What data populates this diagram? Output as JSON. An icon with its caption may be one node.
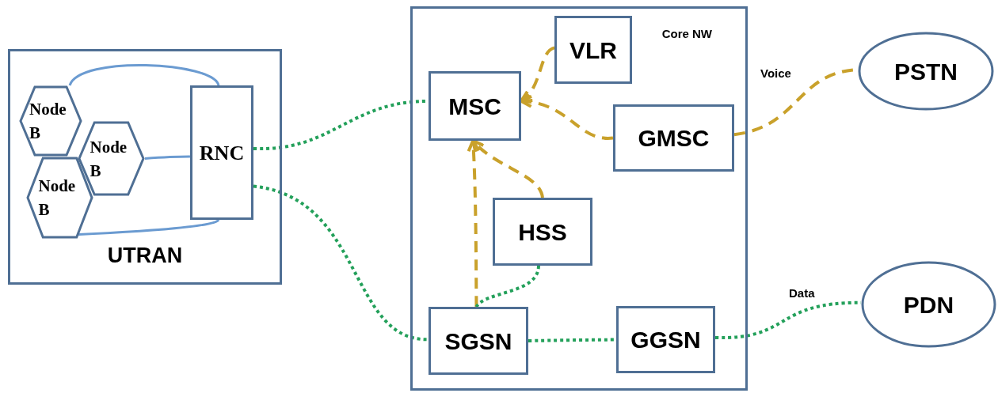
{
  "diagram": {
    "nodes": [
      {
        "text": [
          "UTRAN"
        ]
      },
      {
        "text": [
          "Node B"
        ],
        "in": 0
      },
      {
        "text": [
          "Node B"
        ],
        "in": 0
      },
      {
        "text": [
          "Node B"
        ],
        "in": 0
      },
      {
        "text": [
          "RNC"
        ],
        "in": 0
      },
      {
        "text": [
          "Core NW"
        ]
      },
      {
        "text": [
          "VLR"
        ],
        "in": 5
      },
      {
        "text": [
          "MSC"
        ],
        "in": 5
      },
      {
        "text": [
          "GMSC"
        ],
        "in": 5
      },
      {
        "text": [
          "HSS"
        ],
        "in": 5
      },
      {
        "text": [
          "SGSN"
        ],
        "in": 5
      },
      {
        "text": [
          "GGSN"
        ],
        "in": 5
      },
      {
        "text": [
          "PSTN"
        ]
      },
      {
        "text": [
          "PDN"
        ]
      }
    ],
    "edges": [
      {
        "from": 1,
        "to": 4,
        "arrow": "none",
        "color": "#6b9bd1"
      },
      {
        "from": 2,
        "to": 4,
        "arrow": "none",
        "color": "#6b9bd1"
      },
      {
        "from": 3,
        "to": 4,
        "arrow": "none",
        "color": "#6b9bd1"
      },
      {
        "from": 4,
        "to": 7,
        "arrow": "none",
        "style": "dashed",
        "color": "#23a05a"
      },
      {
        "from": 4,
        "to": 10,
        "arrow": "none",
        "style": "dashed",
        "color": "#23a05a"
      },
      {
        "from": 6,
        "to": 7,
        "arrow": "to",
        "style": "dashed",
        "color": "#c9a12b"
      },
      {
        "from": 8,
        "to": 7,
        "arrow": "to",
        "style": "dashed",
        "color": "#c9a12b"
      },
      {
        "from": 9,
        "to": 7,
        "arrow": "to",
        "style": "dashed",
        "color": "#c9a12b"
      },
      {
        "from": 10,
        "to": 7,
        "arrow": "to",
        "style": "dashed",
        "color": "#c9a12b"
      },
      {
        "from": 9,
        "to": 10,
        "arrow": "none",
        "style": "dashed",
        "color": "#23a05a"
      },
      {
        "from": 8,
        "to": 12,
        "arrow": "none",
        "label": "Voice",
        "style": "dashed",
        "color": "#c9a12b"
      },
      {
        "from": 10,
        "to": 11,
        "arrow": "none",
        "style": "dashed",
        "color": "#23a05a"
      },
      {
        "from": 11,
        "to": 13,
        "arrow": "none",
        "label": "Data",
        "style": "dashed",
        "color": "#23a05a"
      }
    ]
  }
}
